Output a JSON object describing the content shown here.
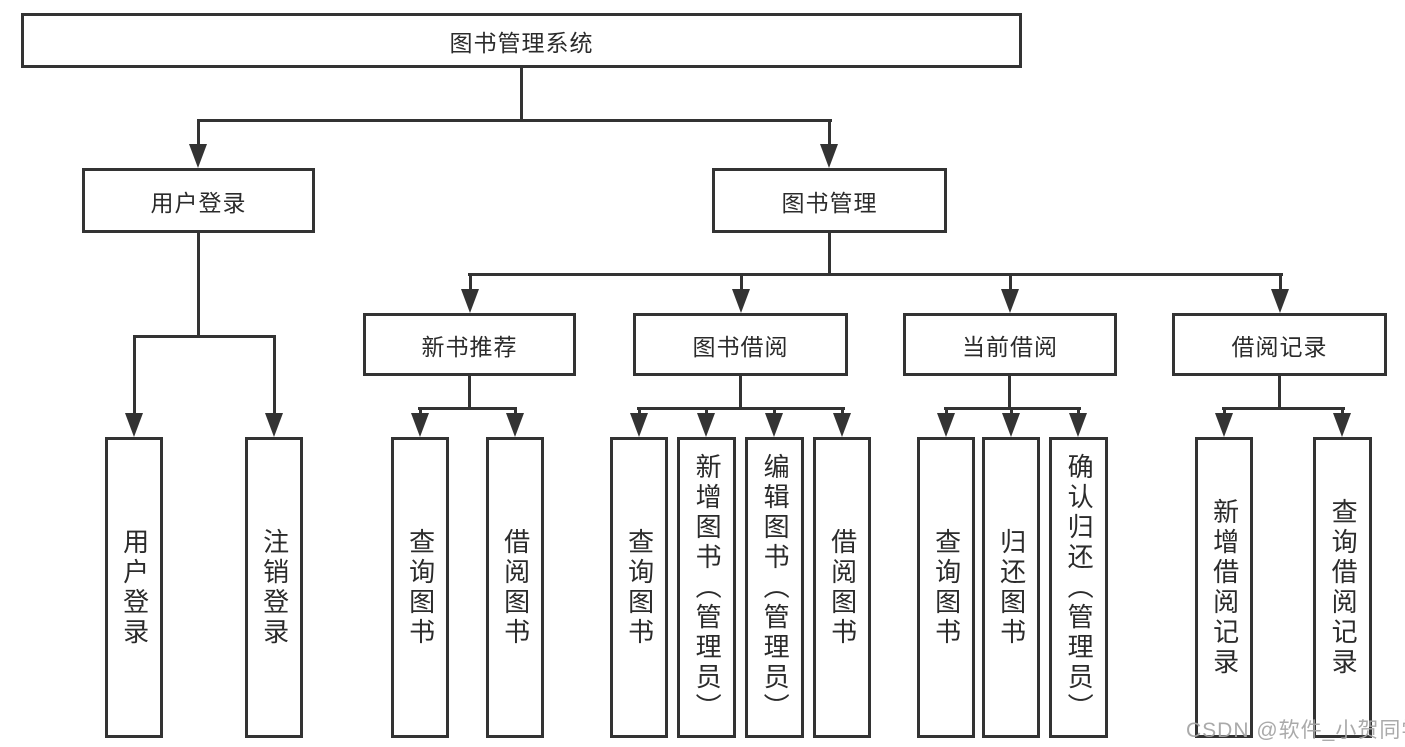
{
  "title_node": "图书管理系统",
  "branches": {
    "user_login": {
      "label": "用户登录",
      "children": [
        "用户登录",
        "注销登录"
      ]
    },
    "book_management": {
      "label": "图书管理",
      "modules": {
        "new_book": {
          "label": "新书推荐",
          "children": [
            "查询图书",
            "借阅图书"
          ]
        },
        "borrowing": {
          "label": "图书借阅",
          "children": [
            "查询图书",
            "新增图书（管理员）",
            "编辑图书（管理员）",
            "借阅图书"
          ]
        },
        "current": {
          "label": "当前借阅",
          "children": [
            "查询图书",
            "归还图书",
            "确认归还（管理员）"
          ]
        },
        "records": {
          "label": "借阅记录",
          "children": [
            "新增借阅记录",
            "查询借阅记录"
          ]
        }
      }
    }
  },
  "watermark": "CSDN @软件_小贺同学",
  "colors": {
    "line": "#333333",
    "text": "#2b2b2b",
    "watermark": "#a6a6a6"
  }
}
